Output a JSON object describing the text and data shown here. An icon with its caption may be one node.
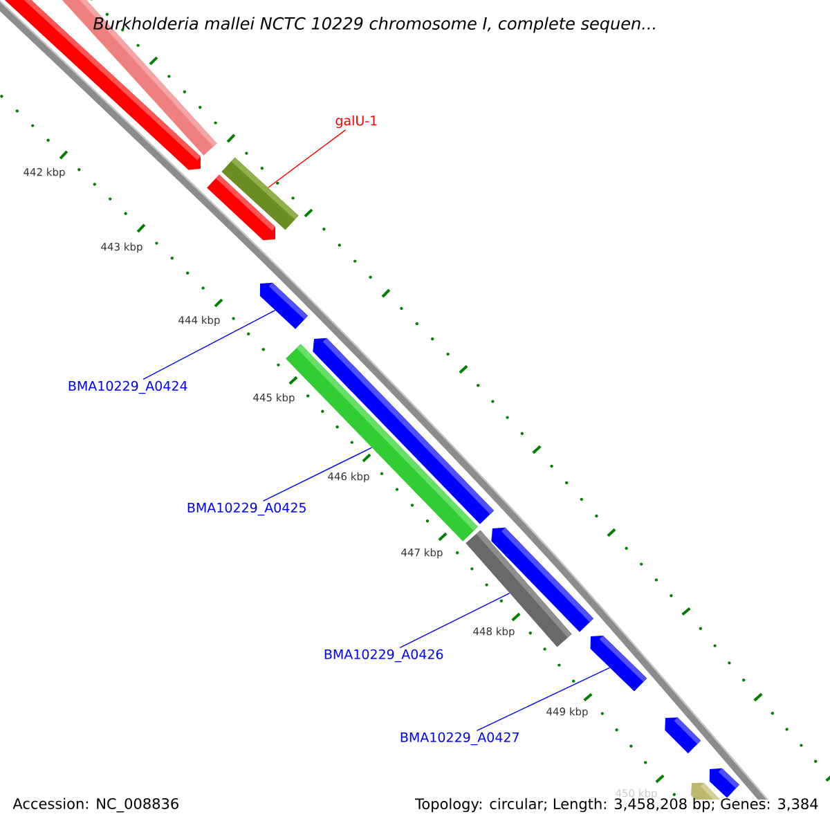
{
  "diagram": {
    "title": "*Burkholderia mallei NCTC 10229 chromosome I, complete sequen...*",
    "nodes": [
      {
        "text": [
          "galU-1"
        ]
      },
      {
        "text": [],
        "shape": "bar"
      },
      {
        "text": [
          "BMA10229_A0424"
        ]
      },
      {
        "text": [],
        "shape": "bar"
      },
      {
        "text": [
          "BMA10229_A0425"
        ]
      },
      {
        "text": [],
        "shape": "bar"
      },
      {
        "text": [
          "BMA10229_A0426"
        ]
      },
      {
        "text": [],
        "shape": "bar"
      },
      {
        "text": [
          "BMA10229_A0427"
        ]
      },
      {
        "text": [],
        "shape": "bar"
      }
    ],
    "edges": [
      {
        "from": 0,
        "to": 1,
        "arrow": "none",
        "color": "#ff0000"
      },
      {
        "from": 2,
        "to": 3,
        "arrow": "none"
      },
      {
        "from": 4,
        "to": 5,
        "arrow": "none"
      },
      {
        "from": 6,
        "to": 7,
        "arrow": "none"
      },
      {
        "from": 8,
        "to": 9,
        "arrow": "none"
      }
    ],
    "labels": [
      "442 kbp",
      "443 kbp",
      "444 kbp",
      "445 kbp",
      "446 kbp",
      "447 kbp",
      "448 kbp",
      "449 kbp",
      "450 kbp",
      "Accession: NC_008836",
      "Topology: circular; Length: 3,458,208 bp; Genes: 3,384"
    ]
  }
}
